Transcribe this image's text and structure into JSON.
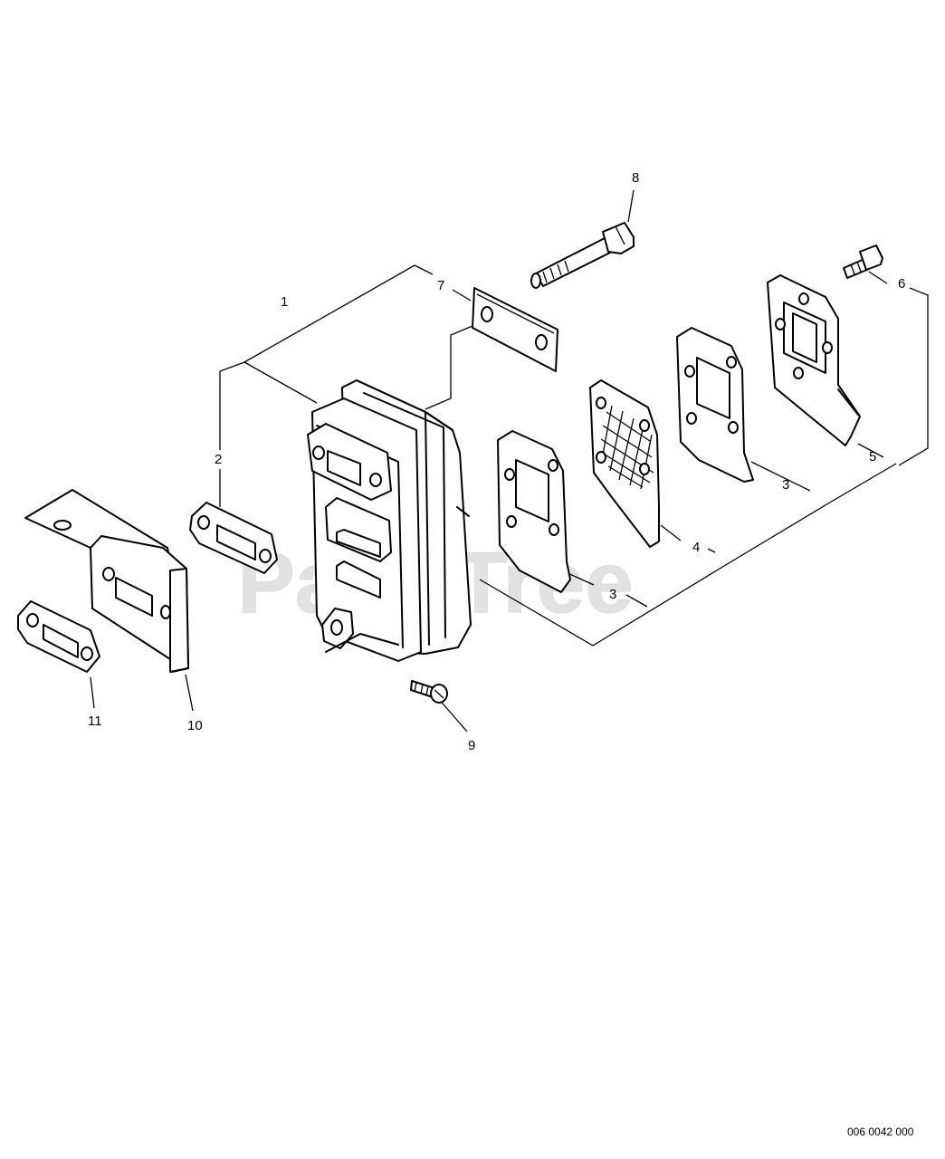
{
  "watermark": "PartsTree",
  "drawing_code": "006 0042 000",
  "callouts": {
    "c1": "1",
    "c2": "2",
    "c3a": "3",
    "c3b": "3",
    "c4": "4",
    "c5": "5",
    "c6": "6",
    "c7": "7",
    "c8": "8",
    "c9": "9",
    "c10": "10",
    "c11": "11"
  }
}
